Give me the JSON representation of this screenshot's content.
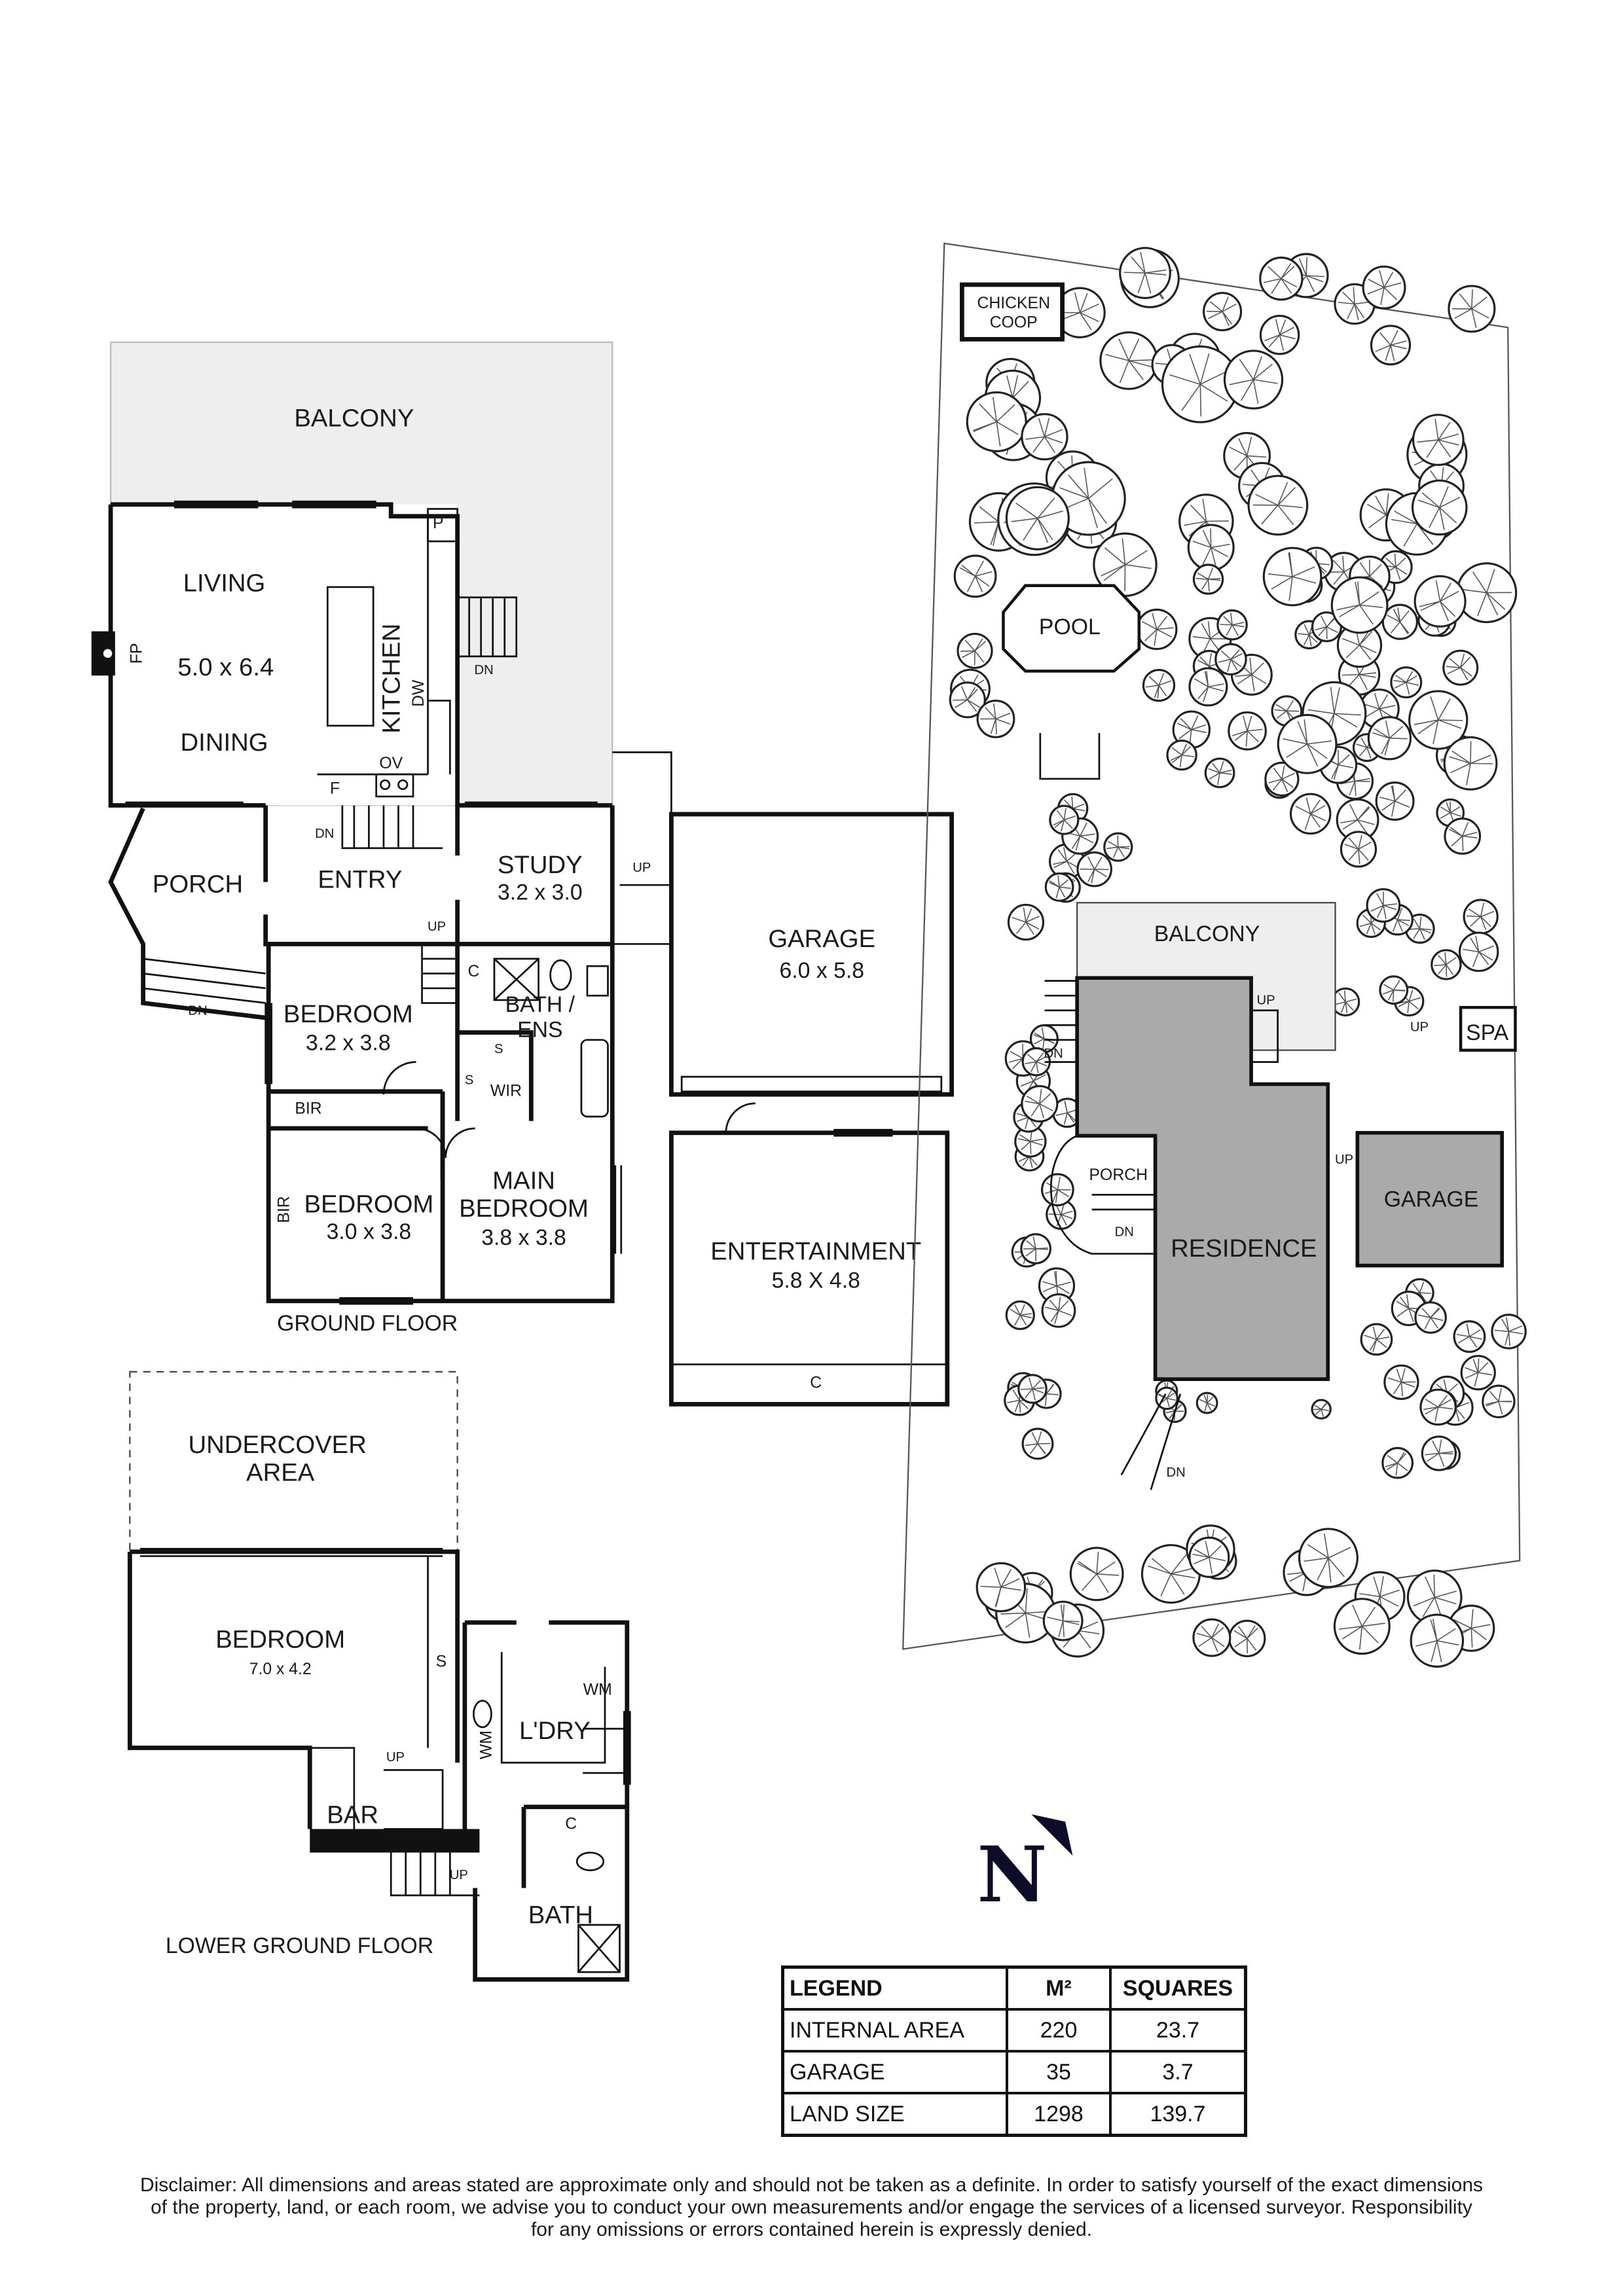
{
  "ground_floor": {
    "title": "GROUND FLOOR",
    "balcony": "BALCONY",
    "living": "LIVING",
    "living_dims": "5.0 x 6.4",
    "dining": "DINING",
    "kitchen": "KITCHEN",
    "dishwasher": "DW",
    "pantry": "P",
    "fireplace": "FP",
    "oven": "OV",
    "fridge": "F",
    "porch": "PORCH",
    "entry": "ENTRY",
    "study": "STUDY",
    "study_dims": "3.2 x 3.0",
    "cupboard": "C",
    "bath_ens_line1": "BATH /",
    "bath_ens_line2": "ENS",
    "bedroom1": "BEDROOM",
    "bedroom1_dims": "3.2 x 3.8",
    "bir": "BIR",
    "shelf": "S",
    "wir": "WIR",
    "bedroom2": "BEDROOM",
    "bedroom2_dims": "3.0 x 3.8",
    "main_bedroom_line1": "MAIN",
    "main_bedroom_line2": "BEDROOM",
    "main_bedroom_dims": "3.8 x 3.8",
    "garage": "GARAGE",
    "garage_dims": "6.0 x 5.8",
    "entertainment": "ENTERTAINMENT",
    "entertainment_dims": "5.8 X 4.8",
    "up": "UP",
    "dn": "DN"
  },
  "lower_ground_floor": {
    "title": "LOWER GROUND FLOOR",
    "undercover_line1": "UNDERCOVER",
    "undercover_line2": "AREA",
    "bedroom": "BEDROOM",
    "bedroom_dims": "7.0 x 4.2",
    "shelf": "S",
    "washing_machine": "WM",
    "laundry": "L'DRY",
    "bar": "BAR",
    "cupboard": "C",
    "bath": "BATH",
    "up": "UP"
  },
  "site_plan": {
    "chicken_coop_line1": "CHICKEN",
    "chicken_coop_line2": "COOP",
    "pool": "POOL",
    "balcony": "BALCONY",
    "spa": "SPA",
    "porch": "PORCH",
    "garage": "GARAGE",
    "residence": "RESIDENCE",
    "up": "UP",
    "dn": "DN"
  },
  "north_arrow": "N",
  "legend": {
    "headers": [
      "LEGEND",
      "M²",
      "SQUARES"
    ],
    "rows": [
      [
        "INTERNAL AREA",
        "220",
        "23.7"
      ],
      [
        "GARAGE",
        "35",
        "3.7"
      ],
      [
        "LAND SIZE",
        "1298",
        "139.7"
      ]
    ]
  },
  "disclaimer": [
    "Disclaimer: All dimensions and areas stated are approximate only and should not be taken as a definite. In order to satisfy yourself of the exact dimensions",
    "of the property, land, or each room, we advise you to conduct your own measurements and/or engage the services of a licensed surveyor. Responsibility",
    "for any omissions or errors contained herein is expressly denied."
  ],
  "colors": {
    "walls": "#111111",
    "outdoor_fill": "#eeeeee",
    "residence_fill": "#aaaaaa",
    "north_arrow": "#0d0d2a"
  }
}
